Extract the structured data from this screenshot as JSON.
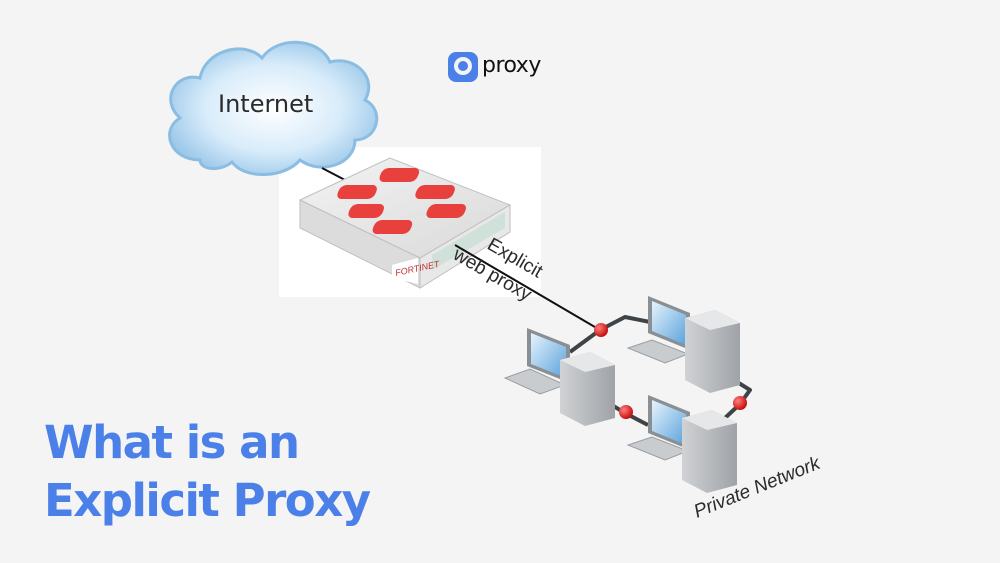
{
  "brand": {
    "logo_text": "proxy",
    "accent_color": "#4a80e8"
  },
  "title": {
    "line1": "What is an",
    "line2": "Explicit Proxy"
  },
  "diagram": {
    "cloud_label": "Internet",
    "firewall_brand": "FORTINET",
    "link_label_line1": "Explicit",
    "link_label_line2": "web proxy",
    "network_label": "Private Network",
    "nodes": [
      {
        "name": "workstation-1"
      },
      {
        "name": "workstation-2"
      },
      {
        "name": "workstation-3"
      }
    ],
    "colors": {
      "cloud": "#a9d0ee",
      "firewall_logo": "#e8403c",
      "connector_dot": "#e02020",
      "background": "#f4f4f4"
    }
  }
}
